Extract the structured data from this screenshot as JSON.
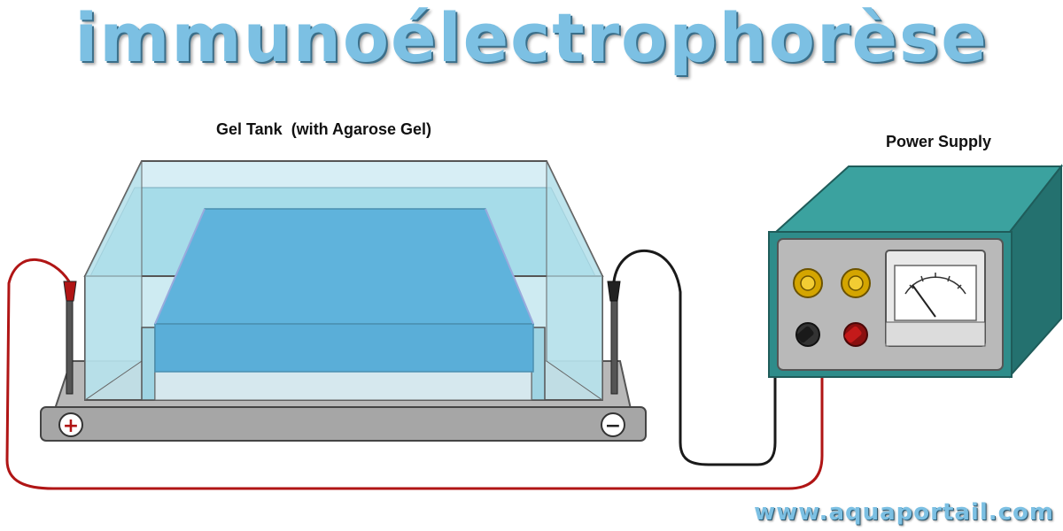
{
  "title": "immunoélectrophorèse",
  "labels": {
    "gel_tank": "Gel Tank  (with Agarose Gel)",
    "power_supply": "Power Supply"
  },
  "terminals": {
    "positive": "+",
    "negative": "−"
  },
  "watermark": "www.aquaportail.com",
  "colors": {
    "title": "#7cc0e3",
    "buffer": "#a6dce9",
    "gel": "#5fb3dc",
    "power_supply_body": "#2e8c8a",
    "positive_lead": "#b01515",
    "negative_lead": "#1a1a1a"
  }
}
